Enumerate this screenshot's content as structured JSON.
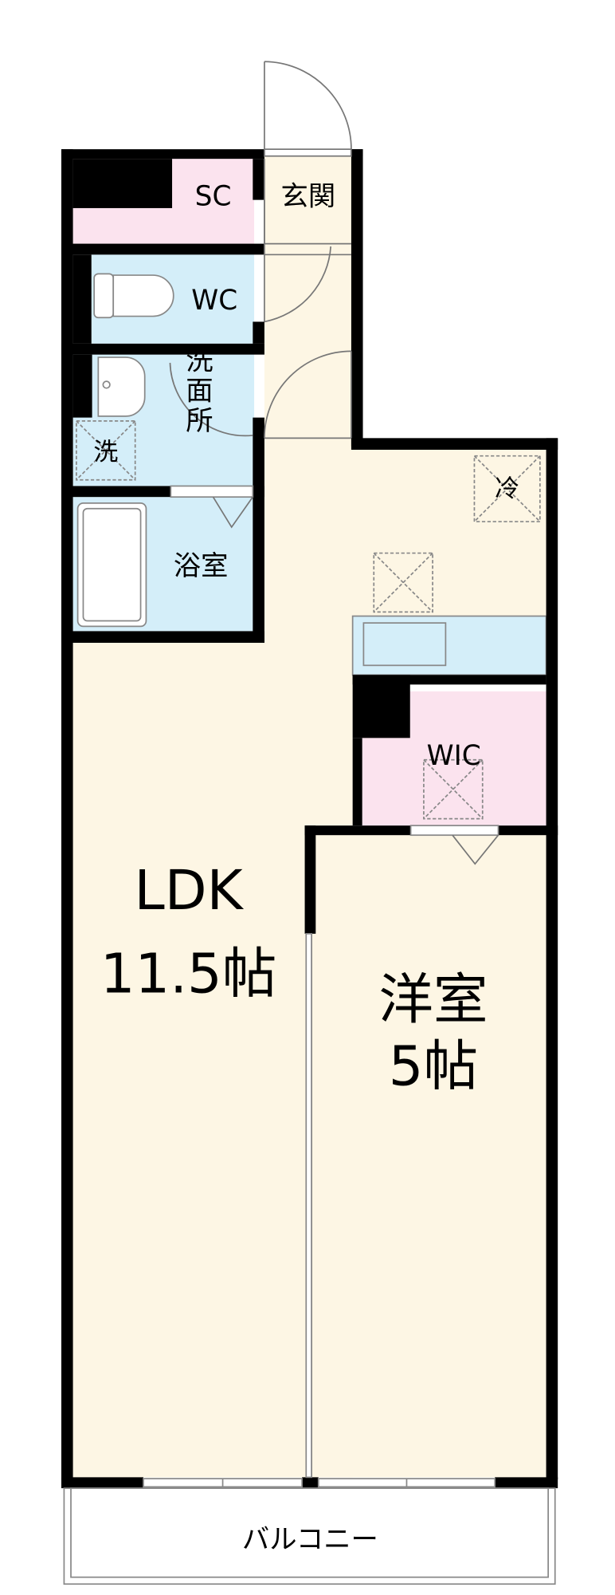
{
  "rooms": {
    "sc": "SC",
    "genkan": "玄関",
    "wc": "WC",
    "senmenjo": "洗面所",
    "sentakki": "洗",
    "yokushitsu": "浴室",
    "reizoko": "冷",
    "wic": "WIC",
    "ldk_name": "LDK",
    "ldk_size": "11.5帖",
    "yoshitsu_name": "洋室",
    "yoshitsu_size": "5帖",
    "balcony": "バルコニー"
  },
  "colors": {
    "wall": "#000000",
    "floor": "#fdf6e4",
    "wet_area": "#d4eef9",
    "storage": "#fbe3ee",
    "line": "#888888"
  }
}
